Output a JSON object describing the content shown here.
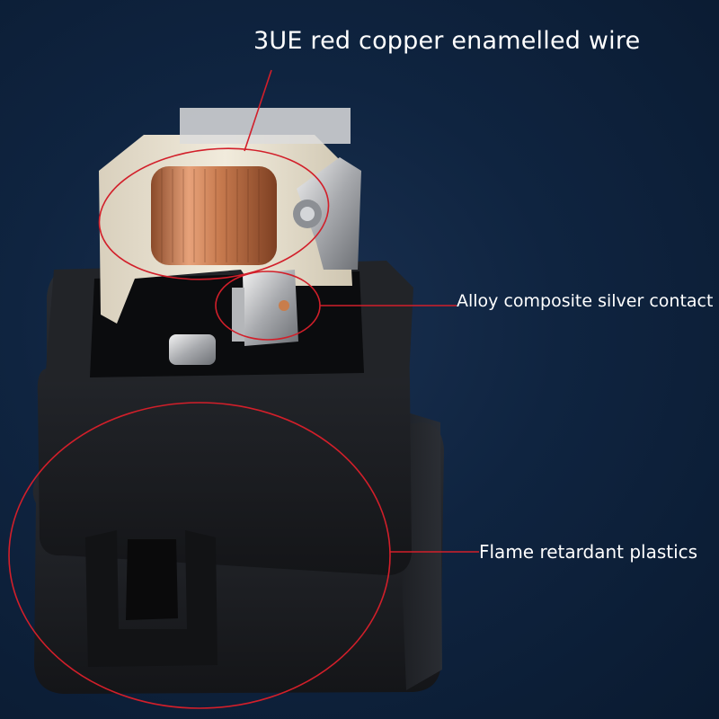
{
  "callouts": {
    "top": "3UE red copper enamelled wire",
    "middle": "Alloy composite silver contact",
    "bottom": "Flame retardant plastics"
  },
  "colors": {
    "background": "#0f2440",
    "callout_line": "#d21f2a",
    "housing": "#1b1d21",
    "coil_copper": "#c77a4e",
    "bobbin": "#ece4d4",
    "text": "#ffffff"
  }
}
